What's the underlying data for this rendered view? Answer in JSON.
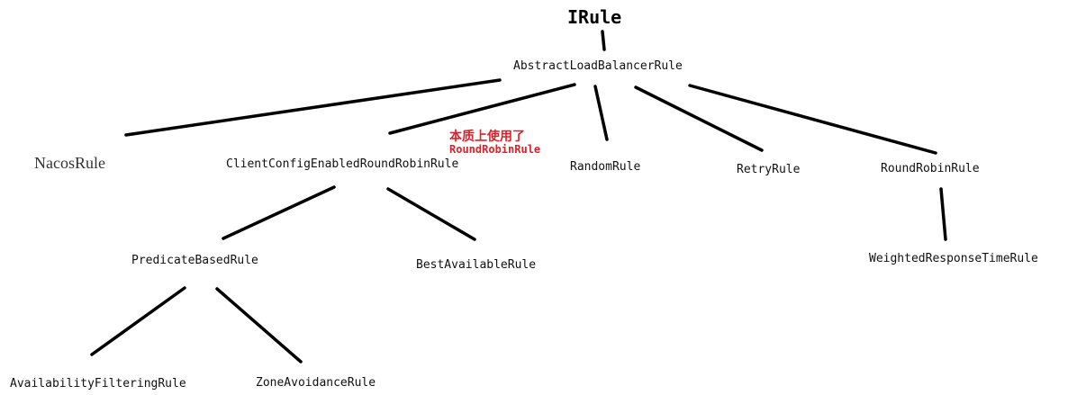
{
  "colors": {
    "edge": "#000000",
    "text": "#111111",
    "annotation": "#e0202a"
  },
  "nodes": {
    "irule": "IRule",
    "abstract": "AbstractLoadBalancerRule",
    "nacos": "NacosRule",
    "clientconfig": "ClientConfigEnabledRoundRobinRule",
    "random": "RandomRule",
    "retry": "RetryRule",
    "roundrobin": "RoundRobinRule",
    "predicate": "PredicateBasedRule",
    "bestavailable": "BestAvailableRule",
    "weighted": "WeightedResponseTimeRule",
    "availability": "AvailabilityFilteringRule",
    "zoneavoidance": "ZoneAvoidanceRule"
  },
  "annotation": {
    "line1": "本质上使用了",
    "line2": "RoundRobinRule"
  },
  "edges": [
    {
      "from": "irule",
      "to": "abstract"
    },
    {
      "from": "abstract",
      "to": "nacos"
    },
    {
      "from": "abstract",
      "to": "clientconfig"
    },
    {
      "from": "abstract",
      "to": "random"
    },
    {
      "from": "abstract",
      "to": "retry"
    },
    {
      "from": "abstract",
      "to": "roundrobin"
    },
    {
      "from": "clientconfig",
      "to": "predicate"
    },
    {
      "from": "clientconfig",
      "to": "bestavailable"
    },
    {
      "from": "roundrobin",
      "to": "weighted"
    },
    {
      "from": "predicate",
      "to": "availability"
    },
    {
      "from": "predicate",
      "to": "zoneavoidance"
    }
  ]
}
